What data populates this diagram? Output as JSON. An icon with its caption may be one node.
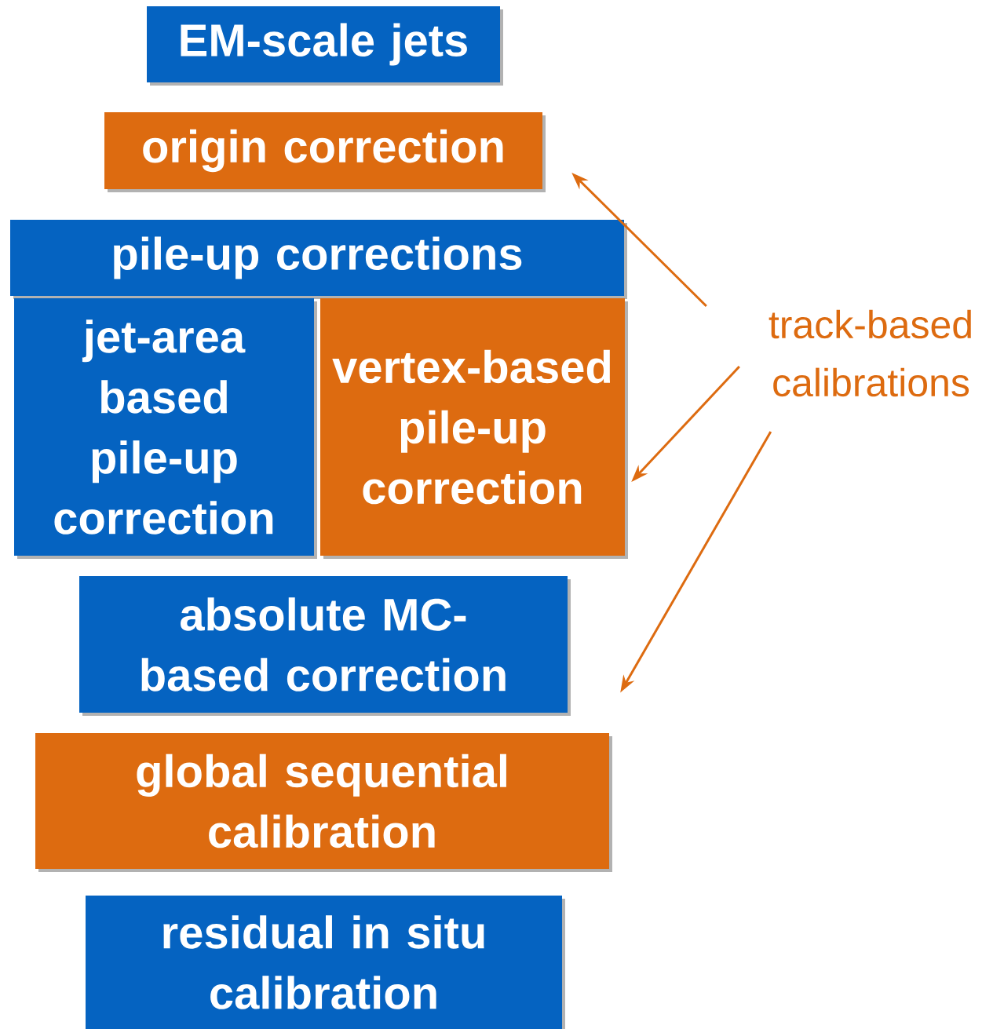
{
  "diagram": {
    "nodes": [
      {
        "text": [
          "EM-scale jets"
        ]
      },
      {
        "text": [
          "origin correction"
        ]
      },
      {
        "text": [
          "pile-up corrections"
        ]
      },
      {
        "text": [
          "jet-area based pile-up correction"
        ]
      },
      {
        "text": [
          "vertex-based pile-up correction"
        ]
      },
      {
        "text": [
          "absolute MC-based correction"
        ]
      },
      {
        "text": [
          "global sequential calibration"
        ]
      },
      {
        "text": [
          "residual in situ calibration"
        ]
      },
      {
        "text": [
          "track-based calibrations"
        ]
      }
    ],
    "edges": [
      {
        "from": 8,
        "to": 1,
        "arrow": "to"
      },
      {
        "from": 8,
        "to": 4,
        "arrow": "to"
      },
      {
        "from": 8,
        "to": 6,
        "arrow": "to"
      }
    ]
  }
}
